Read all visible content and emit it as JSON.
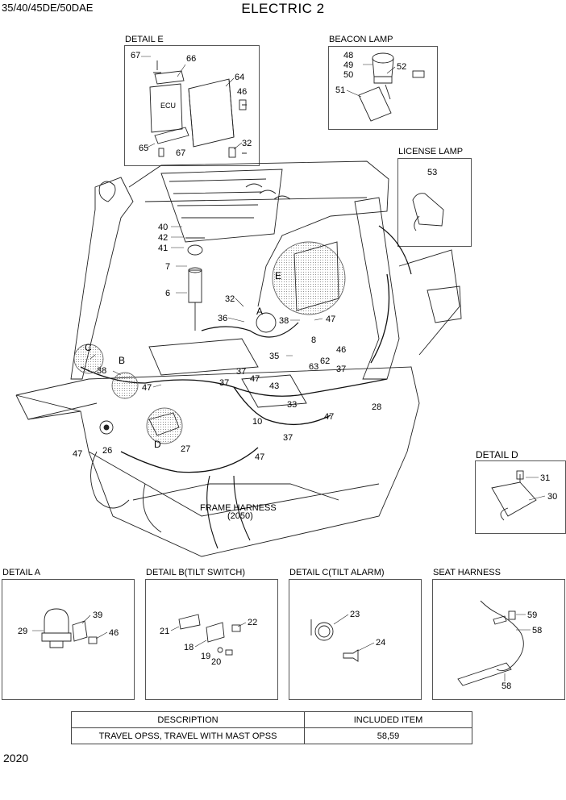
{
  "header": {
    "model": "35/40/45DE/50DAE",
    "title": "ELECTRIC 2"
  },
  "details": {
    "e": "DETAIL E",
    "beacon": "BEACON LAMP",
    "license": "LICENSE LAMP",
    "d": "DETAIL D",
    "a": "DETAIL A",
    "b": "DETAIL B(TILT SWITCH)",
    "c": "DETAIL C(TILT ALARM)",
    "seat": "SEAT HARNESS"
  },
  "ecu_label": "ECU",
  "frame_harness": {
    "label": "FRAME HARNESS",
    "ref": "(2050)"
  },
  "callouts_main": [
    "40",
    "42",
    "41",
    "7",
    "6",
    "32",
    "36",
    "A",
    "38",
    "47",
    "E",
    "8",
    "35",
    "62",
    "63",
    "46",
    "37",
    "C",
    "B",
    "38",
    "47",
    "37",
    "47",
    "43",
    "33",
    "37",
    "47",
    "28",
    "10",
    "37",
    "D",
    "27",
    "47",
    "26",
    "47"
  ],
  "callouts_e": [
    "67",
    "66",
    "64",
    "46",
    "65",
    "67",
    "32"
  ],
  "callouts_beacon": [
    "48",
    "49",
    "50",
    "52",
    "51"
  ],
  "callouts_license": [
    "53"
  ],
  "callouts_d": [
    "31",
    "30"
  ],
  "callouts_a": [
    "29",
    "39",
    "46"
  ],
  "callouts_b": [
    "21",
    "22",
    "18",
    "19",
    "20"
  ],
  "callouts_c": [
    "23",
    "24"
  ],
  "callouts_seat": [
    "59",
    "58",
    "58"
  ],
  "table": {
    "headers": [
      "DESCRIPTION",
      "INCLUDED ITEM"
    ],
    "rows": [
      [
        "TRAVEL OPSS, TRAVEL WITH MAST OPSS",
        "58,59"
      ]
    ]
  },
  "page_number": "2020"
}
